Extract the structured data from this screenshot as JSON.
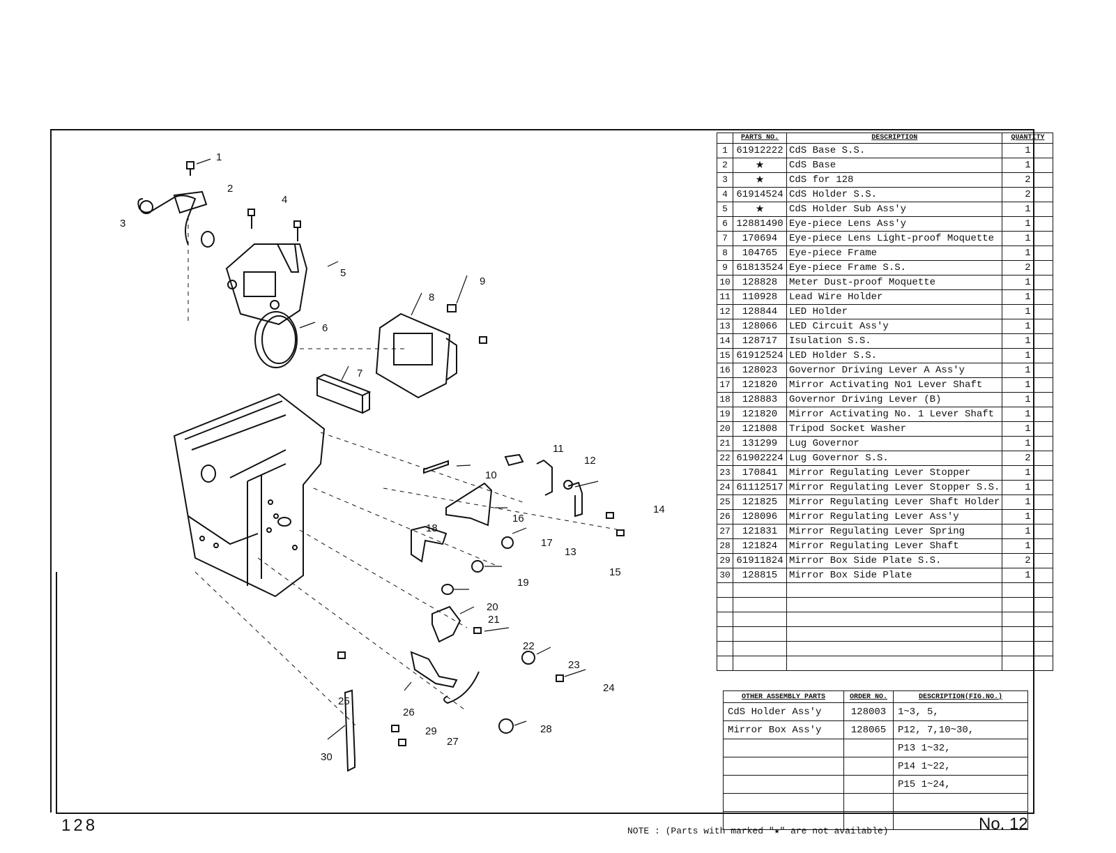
{
  "page": {
    "page_number": "128",
    "figure_number": "No. 12",
    "note": "NOTE : (Parts with marked \"★\" are not available)"
  },
  "parts_table": {
    "headers": {
      "parts_no": "PARTS NO.",
      "description": "DESCRIPTION",
      "quantity": "QUANTITY"
    },
    "rows": [
      {
        "no": "1",
        "parts_no": "61912222",
        "description": "CdS Base S.S.",
        "qty": "1"
      },
      {
        "no": "2",
        "parts_no": "★",
        "description": "CdS Base",
        "qty": "1"
      },
      {
        "no": "3",
        "parts_no": "★",
        "description": "CdS for 128",
        "qty": "2"
      },
      {
        "no": "4",
        "parts_no": "61914524",
        "description": "CdS Holder S.S.",
        "qty": "2"
      },
      {
        "no": "5",
        "parts_no": "★",
        "description": "CdS Holder Sub Ass'y",
        "qty": "1"
      },
      {
        "no": "6",
        "parts_no": "12881490",
        "description": "Eye-piece Lens Ass'y",
        "qty": "1"
      },
      {
        "no": "7",
        "parts_no": "170694",
        "description": "Eye-piece Lens Light-proof Moquette",
        "qty": "1"
      },
      {
        "no": "8",
        "parts_no": "104765",
        "description": "Eye-piece Frame",
        "qty": "1"
      },
      {
        "no": "9",
        "parts_no": "61813524",
        "description": "Eye-piece Frame S.S.",
        "qty": "2"
      },
      {
        "no": "10",
        "parts_no": "128828",
        "description": "Meter Dust-proof Moquette",
        "qty": "1"
      },
      {
        "no": "11",
        "parts_no": "110928",
        "description": "Lead Wire Holder",
        "qty": "1"
      },
      {
        "no": "12",
        "parts_no": "128844",
        "description": "LED Holder",
        "qty": "1"
      },
      {
        "no": "13",
        "parts_no": "128066",
        "description": "LED Circuit Ass'y",
        "qty": "1"
      },
      {
        "no": "14",
        "parts_no": "128717",
        "description": "Isulation S.S.",
        "qty": "1"
      },
      {
        "no": "15",
        "parts_no": "61912524",
        "description": "LED Holder S.S.",
        "qty": "1"
      },
      {
        "no": "16",
        "parts_no": "128023",
        "description": "Governor Driving Lever A Ass'y",
        "qty": "1"
      },
      {
        "no": "17",
        "parts_no": "121820",
        "description": "Mirror Activating No1 Lever Shaft",
        "qty": "1"
      },
      {
        "no": "18",
        "parts_no": "128883",
        "description": "Governor Driving Lever (B)",
        "qty": "1"
      },
      {
        "no": "19",
        "parts_no": "121820",
        "description": "Mirror Activating No. 1 Lever Shaft",
        "qty": "1"
      },
      {
        "no": "20",
        "parts_no": "121808",
        "description": "Tripod Socket Washer",
        "qty": "1"
      },
      {
        "no": "21",
        "parts_no": "131299",
        "description": "Lug Governor",
        "qty": "1"
      },
      {
        "no": "22",
        "parts_no": "61902224",
        "description": "Lug Governor S.S.",
        "qty": "2"
      },
      {
        "no": "23",
        "parts_no": "170841",
        "description": "Mirror Regulating Lever Stopper",
        "qty": "1"
      },
      {
        "no": "24",
        "parts_no": "61112517",
        "description": "Mirror Regulating Lever Stopper S.S.",
        "qty": "1"
      },
      {
        "no": "25",
        "parts_no": "121825",
        "description": "Mirror Regulating Lever Shaft Holder",
        "qty": "1"
      },
      {
        "no": "26",
        "parts_no": "128096",
        "description": "Mirror Regulating Lever Ass'y",
        "qty": "1"
      },
      {
        "no": "27",
        "parts_no": "121831",
        "description": "Mirror Regulating Lever Spring",
        "qty": "1"
      },
      {
        "no": "28",
        "parts_no": "121824",
        "description": "Mirror Regulating Lever Shaft",
        "qty": "1"
      },
      {
        "no": "29",
        "parts_no": "61911824",
        "description": "Mirror Box Side Plate S.S.",
        "qty": "2"
      },
      {
        "no": "30",
        "parts_no": "128815",
        "description": "Mirror Box Side Plate",
        "qty": "1"
      }
    ]
  },
  "assembly_table": {
    "headers": {
      "name": "OTHER ASSEMBLY PARTS",
      "order": "ORDER NO.",
      "desc": "DESCRIPTION(FIG.NO.)"
    },
    "rows": [
      {
        "name": "CdS Holder Ass'y",
        "order": "128003",
        "desc": "1~3, 5,"
      },
      {
        "name": "Mirror Box Ass'y",
        "order": "128065",
        "desc": "P12, 7,10~30,"
      },
      {
        "name": "",
        "order": "",
        "desc": "P13 1~32,"
      },
      {
        "name": "",
        "order": "",
        "desc": "P14 1~22,"
      },
      {
        "name": "",
        "order": "",
        "desc": "P15 1~24,"
      }
    ]
  },
  "callouts": [
    "1",
    "2",
    "3",
    "4",
    "5",
    "6",
    "7",
    "8",
    "9",
    "10",
    "11",
    "12",
    "13",
    "14",
    "15",
    "16",
    "17",
    "18",
    "19",
    "20",
    "21",
    "22",
    "23",
    "24",
    "25",
    "26",
    "27",
    "28",
    "29",
    "30"
  ]
}
